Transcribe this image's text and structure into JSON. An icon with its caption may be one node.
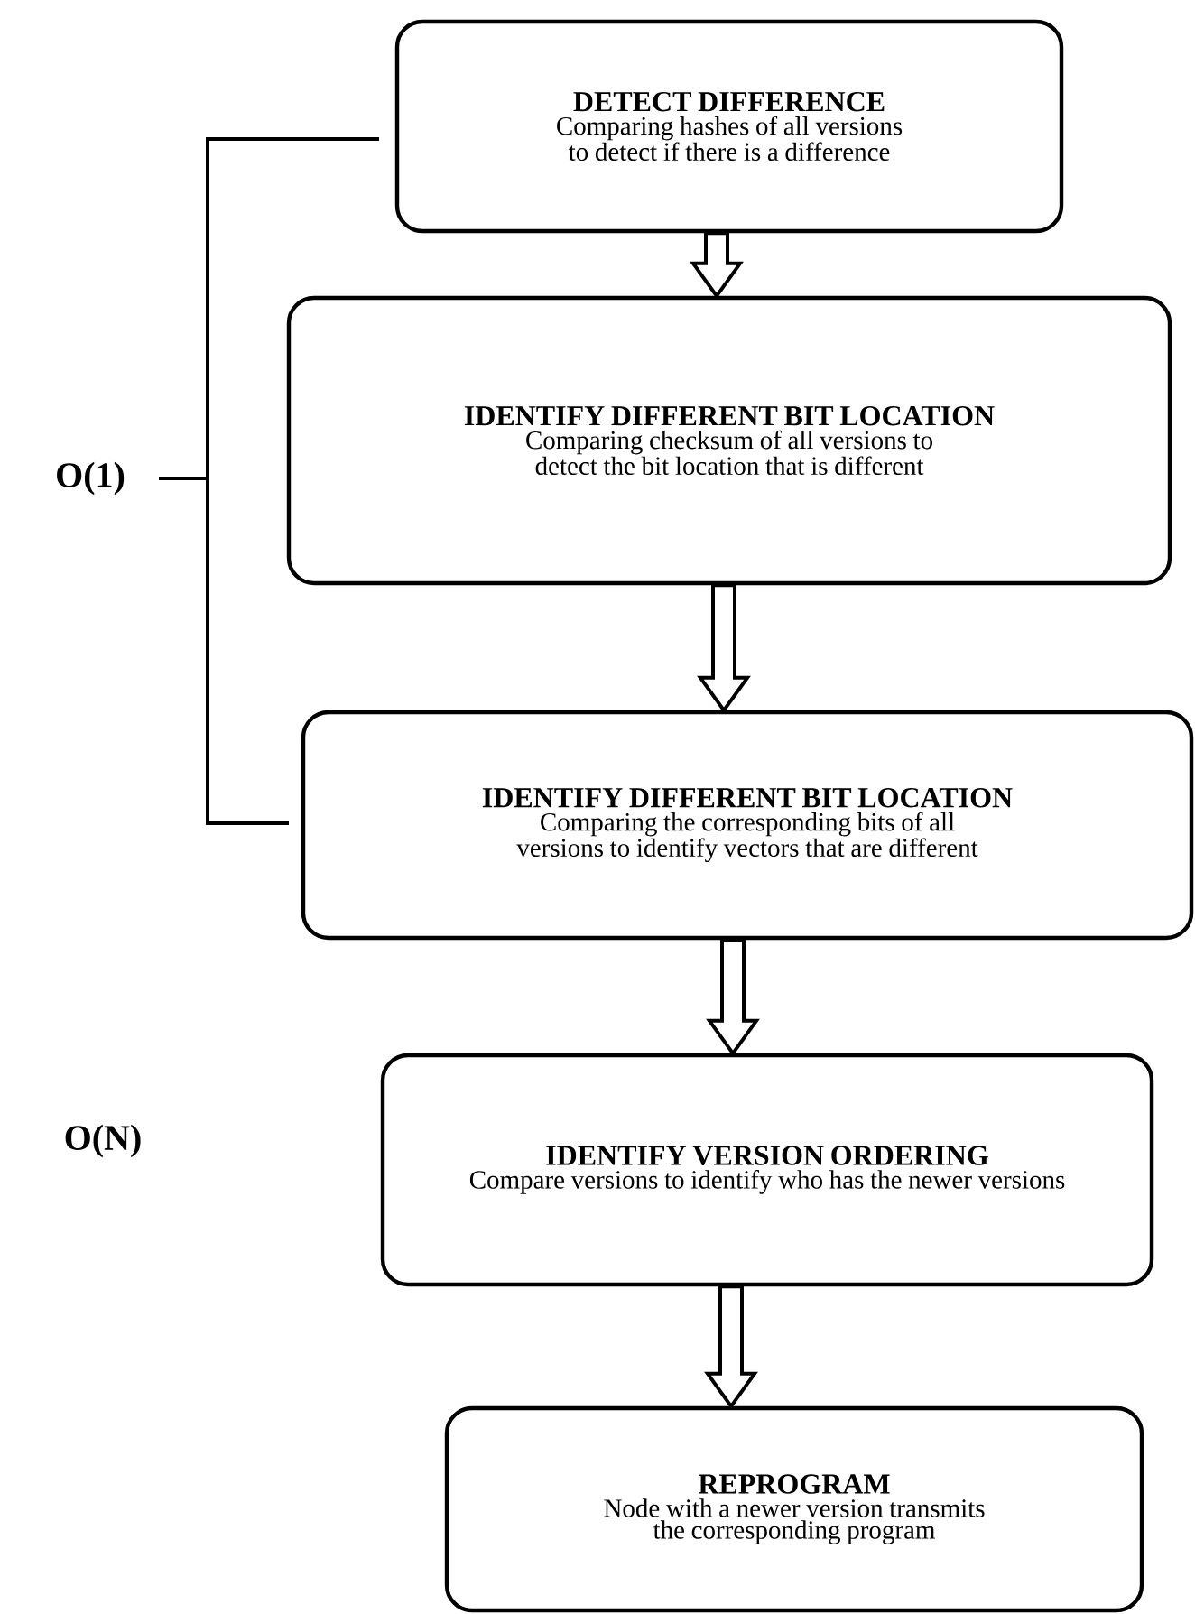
{
  "diagram": {
    "nodes": [
      {
        "text": [
          "DETECT DIFFERENCE",
          "Comparing hashes of all versions to detect if there is a difference"
        ]
      },
      {
        "text": [
          "IDENTIFY DIFFERENT BIT LOCATION",
          "Comparing checksum of all versions to detect the bit location that is different"
        ]
      },
      {
        "text": [
          "IDENTIFY DIFFERENT BIT LOCATION",
          "Comparing the corresponding bits of all versions to identify vectors that are different"
        ]
      },
      {
        "text": [
          "IDENTIFY VERSION ORDERING",
          "Compare versions to identify who has the newer versions"
        ]
      },
      {
        "text": [
          "REPROGRAM",
          "Node with a newer version transmits the corresponding program"
        ]
      }
    ],
    "edges": [
      {
        "from": 0,
        "to": 1,
        "arrow": "to"
      },
      {
        "from": 1,
        "to": 2,
        "arrow": "to"
      },
      {
        "from": 2,
        "to": 3,
        "arrow": "to"
      },
      {
        "from": 3,
        "to": 4,
        "arrow": "to"
      }
    ],
    "labels": [
      "O(1)",
      "O(N)"
    ]
  }
}
